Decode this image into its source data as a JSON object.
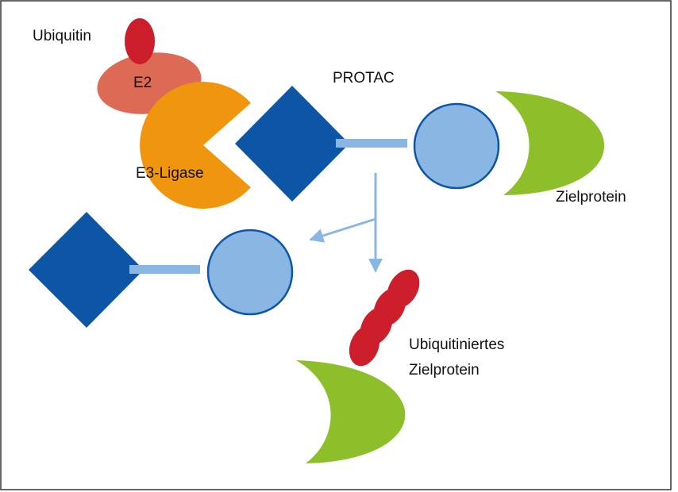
{
  "labels": {
    "ubiquitin": "Ubiquitin",
    "e2": "E2",
    "e3_ligase": "E3-Ligase",
    "protac": "PROTAC",
    "target_protein": "Zielprotein",
    "ubiquitinated_line1": "Ubiquitiniertes",
    "ubiquitinated_line2": "Zielprotein"
  },
  "colors": {
    "ubiquitin": "#cc1f2b",
    "e2": "#dd6a55",
    "e3_ligase": "#f0960e",
    "protac_ligand_e3": "#0d56a6",
    "protac_linker": "#8ab6e3",
    "protac_ligand_target": "#8ab6e3",
    "circle_stroke": "#0d56a6",
    "target_protein": "#8dbf2a",
    "arrows": "#8ab6e3",
    "border": "#333333"
  }
}
